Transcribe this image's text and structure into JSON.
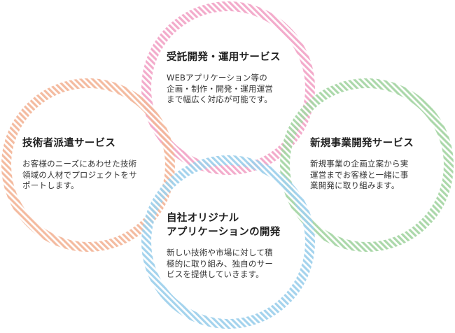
{
  "colors": {
    "pink": "#f2a7c8",
    "orange": "#f3b79b",
    "green": "#a7d6a5",
    "blue": "#9fd1ec"
  },
  "services": {
    "contract": {
      "title": "受託開発・運用サービス",
      "lines": [
        "WEBアプリケーション等の",
        "企画・制作・開発・運用運営",
        "まで幅広く対応が可能です。"
      ]
    },
    "engineer": {
      "title": "技術者派遣サービス",
      "lines": [
        "お客様のニーズにあわせた技術",
        "領域の人材でプロジェクトをサ",
        "ポートします。"
      ]
    },
    "new_business": {
      "title": "新規事業開発サービス",
      "lines": [
        "新規事業の企画立案から実",
        "運営までお客様と一緒に事",
        "業開発に取り組みます。"
      ]
    },
    "original_app": {
      "title_lines": [
        "自社オリジナル",
        "アプリケーションの開発"
      ],
      "lines": [
        "新しい技術や市場に対して積",
        "極的に取り組み、独自のサー",
        "ビスを提供していきます。"
      ]
    }
  }
}
